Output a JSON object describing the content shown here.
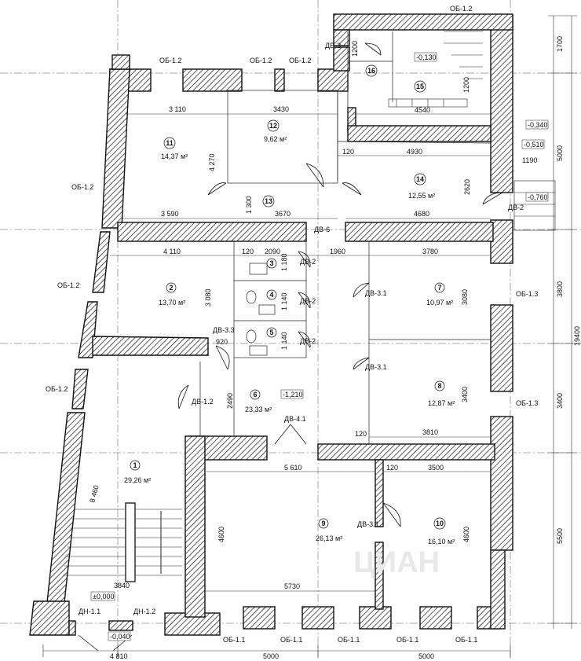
{
  "rooms": [
    {
      "num": "1",
      "area": "29,26 м²"
    },
    {
      "num": "2",
      "area": "13,70 м²"
    },
    {
      "num": "3",
      "area": ""
    },
    {
      "num": "4",
      "area": ""
    },
    {
      "num": "5",
      "area": ""
    },
    {
      "num": "6",
      "area": "23,33 м²"
    },
    {
      "num": "7",
      "area": "10,97 м²"
    },
    {
      "num": "8",
      "area": "12,87 м²"
    },
    {
      "num": "9",
      "area": "26,13 м²"
    },
    {
      "num": "10",
      "area": "16,10 м²"
    },
    {
      "num": "11",
      "area": "14,37 м²"
    },
    {
      "num": "12",
      "area": "9,62 м²"
    },
    {
      "num": "13",
      "area": ""
    },
    {
      "num": "14",
      "area": "12,55 м²"
    },
    {
      "num": "15",
      "area": ""
    },
    {
      "num": "16",
      "area": ""
    }
  ],
  "windows": {
    "ob12": "ОБ-1.2",
    "ob13": "ОБ-1.3",
    "ob11": "ОБ-1.1"
  },
  "doors": {
    "dv2": "ДВ-2",
    "dv3": "ДВ-3",
    "dv6": "ДВ-6",
    "dv31": "ДВ-3.1",
    "dv33": "ДВ-3.3",
    "dv12": "ДВ-1.2",
    "dv41": "ДВ-4.1",
    "dn11": "ДН-1.1",
    "dn12": "ДН-1.2"
  },
  "levels": {
    "l1": "-0,130",
    "l2": "-0,340",
    "l3": "-0,510",
    "l4": "-0,760",
    "l5": "-1,210",
    "l6": "±0,000",
    "l7": "-0,040"
  },
  "dims": {
    "d3110": "3 110",
    "d3430": "3430",
    "d4270": "4 270",
    "d3590": "3 590",
    "d3670": "3670",
    "d1300": "1 300",
    "d120": "120",
    "d4930": "4930",
    "d2620": "2620",
    "d4680": "4680",
    "d1190": "1190",
    "d4540": "4540",
    "d1200": "1200",
    "d4110": "4 110",
    "d2090": "2090",
    "d1960": "1960",
    "d3780": "3780",
    "d3080": "3 080",
    "d3080b": "3080",
    "d1180": "1 180",
    "d1140": "1 140",
    "d920": "920",
    "d3400": "3400",
    "d2490": "2490",
    "d3810": "3810",
    "d5610": "5 610",
    "d3500": "3500",
    "d4600": "4600",
    "d5730": "5730",
    "d8460": "8 460",
    "d3840": "3840",
    "d4810": "4 810",
    "d5000": "5000",
    "d1700": "1700",
    "d5000b": "5000",
    "d3800": "3800",
    "d19400": "19400",
    "d3400b": "3400",
    "d5500": "5500"
  },
  "watermark": "ЦИАН"
}
